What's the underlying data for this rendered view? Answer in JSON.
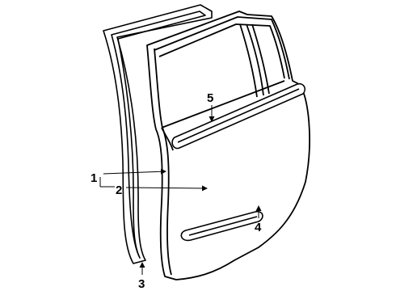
{
  "diagram": {
    "ink_color": "#000000",
    "background_color": "#ffffff",
    "parts": [
      {
        "label": "1",
        "name": "door-shell"
      },
      {
        "label": "2",
        "name": "door-panel"
      },
      {
        "label": "3",
        "name": "weatherstrip"
      },
      {
        "label": "4",
        "name": "lower-molding"
      },
      {
        "label": "5",
        "name": "belt-molding"
      }
    ]
  }
}
